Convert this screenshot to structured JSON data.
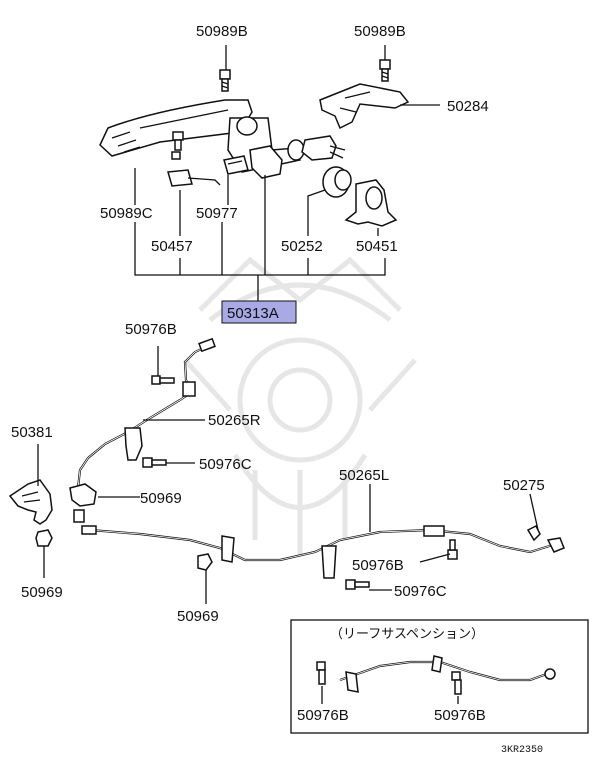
{
  "labels": {
    "top_left_bolt": "50989B",
    "top_right_bolt": "50989B",
    "bracket_right": "50284",
    "bolt_lower_left": "50989C",
    "switch": "50977",
    "harness_bracket": "50457",
    "bushing": "50252",
    "mount": "50451",
    "lever_assembly": "50313A",
    "cable_bolt_top": "50976B",
    "cable_right": "50265R",
    "left_bracket": "50381",
    "bolt_c_left": "50976C",
    "clip_left_mid": "50969",
    "cable_left": "50265L",
    "clip_far_right": "50275",
    "clip_left_bottom": "50969",
    "clip_center_bottom": "50969",
    "bolt_b_right": "50976B",
    "bolt_c_right": "50976C",
    "inset_bolt_left": "50976B",
    "inset_bolt_right": "50976B"
  },
  "inset_title": "（リーフサスペンション）",
  "diagram_code": "3KR2350",
  "highlight_color": "#a9a9e6"
}
